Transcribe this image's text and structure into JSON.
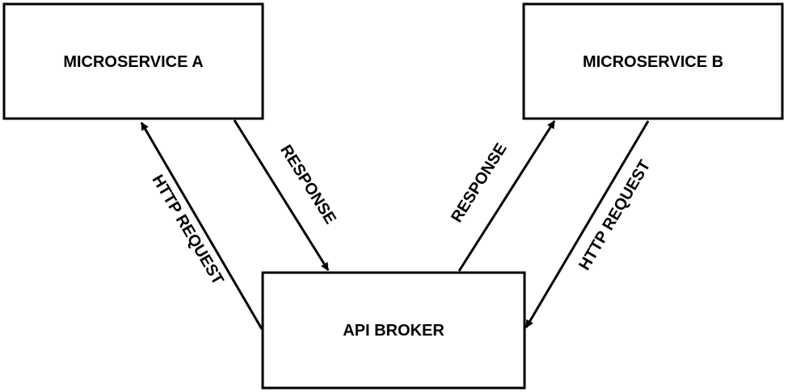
{
  "nodes": {
    "microservice_a": "MICROSERVICE A",
    "microservice_b": "MICROSERVICE B",
    "api_broker": "API BROKER"
  },
  "edges": {
    "broker_to_a": "HTTP REQUEST",
    "a_to_broker": "RESPONSE",
    "broker_to_b": "RESPONSE",
    "b_to_broker": "HTTP REQUEST"
  },
  "colors": {
    "stroke": "#000000",
    "background": "#ffffff"
  }
}
